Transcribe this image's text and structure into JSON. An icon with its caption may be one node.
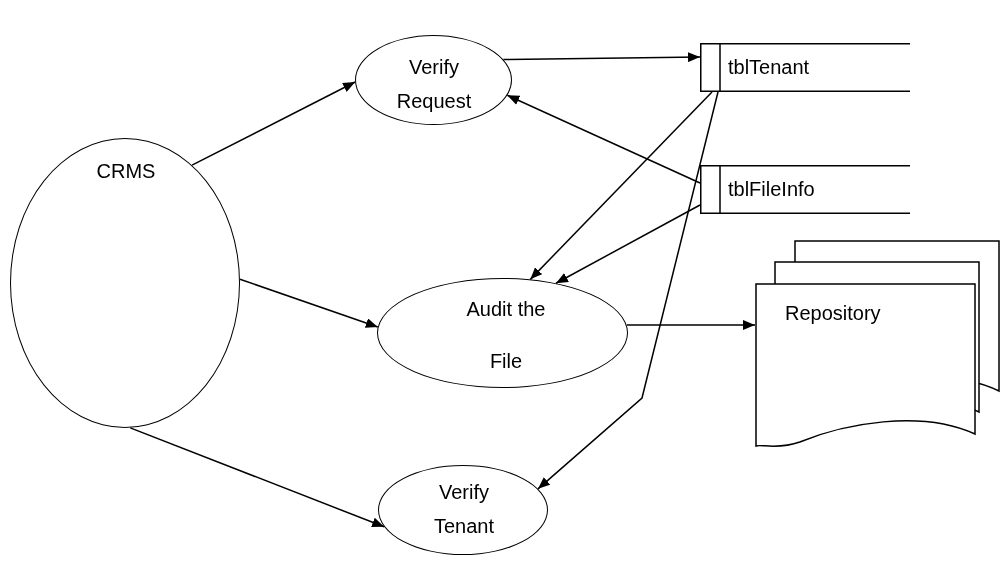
{
  "diagram": {
    "nodes": [
      {
        "text": [
          "CRMS"
        ]
      },
      {
        "text": [
          "Verify Request"
        ]
      },
      {
        "text": [
          "tblTenant"
        ]
      },
      {
        "text": [
          "tblFileInfo"
        ]
      },
      {
        "text": [
          "Audit the File"
        ]
      },
      {
        "text": [
          "Repository"
        ]
      },
      {
        "text": [
          "Verify Tenant"
        ]
      }
    ],
    "edges": [
      {
        "from": 0,
        "to": 1,
        "arrow": "to"
      },
      {
        "from": 1,
        "to": 2,
        "arrow": "to"
      },
      {
        "from": 3,
        "to": 1,
        "arrow": "to"
      },
      {
        "from": 2,
        "to": 4,
        "arrow": "to"
      },
      {
        "from": 3,
        "to": 4,
        "arrow": "to"
      },
      {
        "from": 2,
        "to": 6,
        "arrow": "to"
      },
      {
        "from": 0,
        "to": 4,
        "arrow": "to"
      },
      {
        "from": 4,
        "to": 5,
        "arrow": "to"
      },
      {
        "from": 0,
        "to": 6,
        "arrow": "to"
      }
    ]
  }
}
